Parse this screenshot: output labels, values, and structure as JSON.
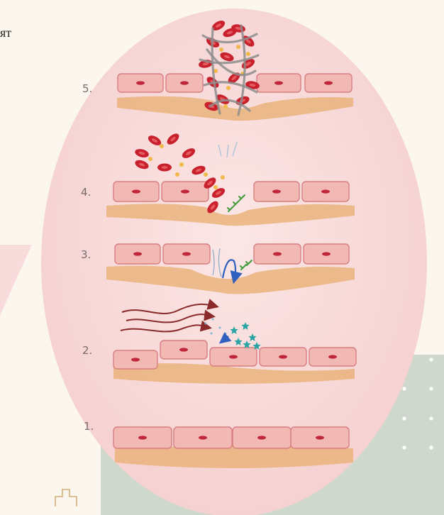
{
  "corner_text": "ят",
  "stage_labels": [
    "1.",
    "2.",
    "3.",
    "4.",
    "5."
  ],
  "colors": {
    "background": "#fbf7ef",
    "oval": "#f6d3d3",
    "sage_panel": "#cfd8cc",
    "cell_fill": "#f2b9b4",
    "cell_border": "#d77f80",
    "nucleus": "#c0263a",
    "tissue": "#eab37d",
    "red_cell": "#c8202c",
    "platelet": "#f1b84a",
    "fibrin": "#8d8d8d",
    "chemokine_green": "#3f9a3a",
    "chemokine_teal": "#2aa5a5",
    "arrow_blue": "#2f5fbf",
    "flow_arrows": "#8a2a2a"
  },
  "icons": [
    "cross-outline-icon"
  ]
}
